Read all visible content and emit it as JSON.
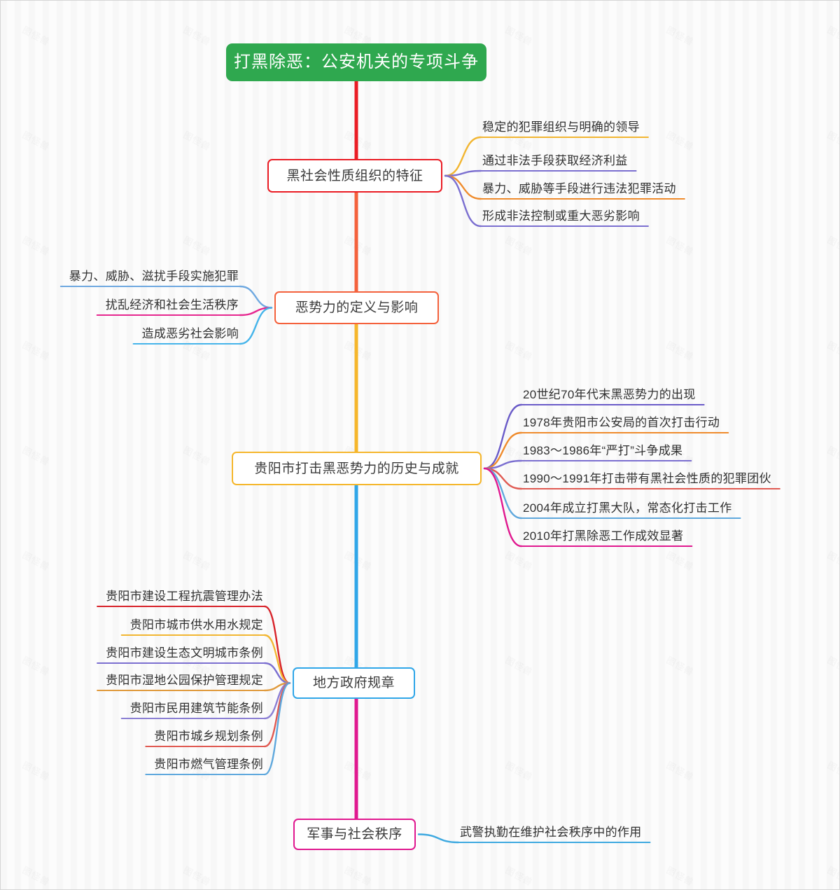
{
  "title": "打黑除恶：公安机关的专项斗争",
  "colors": {
    "root_fill": "#2fa84f",
    "root_text": "#ffffff",
    "trunk_1": "#ea1c24",
    "trunk_2": "#f4613c",
    "trunk_3": "#f5b62b",
    "trunk_4": "#2fa6e8",
    "trunk_5": "#e0188f",
    "page_bg": "#fbfbfb",
    "node_text": "#3b3b3b"
  },
  "root": {
    "label": "打黑除恶：公安机关的专项斗争"
  },
  "branches": [
    {
      "id": "branch-characteristics",
      "label": "黑社会性质组织的特征",
      "side": "right",
      "border_color": "#ea1c24",
      "children": [
        {
          "label": "稳定的犯罪组织与明确的领导",
          "color": "#f2b632"
        },
        {
          "label": "通过非法手段获取经济利益",
          "color": "#7b6fd0"
        },
        {
          "label": "暴力、威胁等手段进行违法犯罪活动",
          "color": "#ef8b2c"
        },
        {
          "label": "形成非法控制或重大恶劣影响",
          "color": "#7b6fd0"
        }
      ]
    },
    {
      "id": "branch-evil-forces",
      "label": "恶势力的定义与影响",
      "side": "left",
      "border_color": "#f4613c",
      "children": [
        {
          "label": "暴力、威胁、滋扰手段实施犯罪",
          "color": "#6ea8e0"
        },
        {
          "label": "扰乱经济和社会生活秩序",
          "color": "#e6278f"
        },
        {
          "label": "造成恶劣社会影响",
          "color": "#45b4ea"
        }
      ]
    },
    {
      "id": "branch-history",
      "label": "贵阳市打击黑恶势力的历史与成就",
      "side": "right",
      "border_color": "#f5b62b",
      "children": [
        {
          "label": "20世纪70年代末黑恶势力的出现",
          "color": "#6a5bc8"
        },
        {
          "label": "1978年贵阳市公安局的首次打击行动",
          "color": "#ef8b2c"
        },
        {
          "label": "1983～1986年“严打”斗争成果",
          "color": "#7b6fd0"
        },
        {
          "label": "1990～1991年打击带有黑社会性质的犯罪团伙",
          "color": "#e05a52"
        },
        {
          "label": "2004年成立打黑大队，常态化打击工作",
          "color": "#5fa8dd"
        },
        {
          "label": "2010年打黑除恶工作成效显著",
          "color": "#e0188f"
        }
      ]
    },
    {
      "id": "branch-local-regulations",
      "label": "地方政府规章",
      "side": "left",
      "border_color": "#2fa6e8",
      "children": [
        {
          "label": "贵阳市建设工程抗震管理办法",
          "color": "#d8232a"
        },
        {
          "label": "贵阳市城市供水用水规定",
          "color": "#f2b632"
        },
        {
          "label": "贵阳市建设生态文明城市条例",
          "color": "#7b6fd0"
        },
        {
          "label": "贵阳市湿地公园保护管理规定",
          "color": "#e09a3c"
        },
        {
          "label": "贵阳市民用建筑节能条例",
          "color": "#8b7fd4"
        },
        {
          "label": "贵阳市城乡规划条例",
          "color": "#e05a52"
        },
        {
          "label": "贵阳市燃气管理条例",
          "color": "#5fa8dd"
        }
      ]
    },
    {
      "id": "branch-military-order",
      "label": "军事与社会秩序",
      "side": "right",
      "border_color": "#e0188f",
      "children": [
        {
          "label": "武警执勤在维护社会秩序中的作用",
          "color": "#3ea9e0"
        }
      ]
    }
  ],
  "watermark": {
    "text": "图怪兽"
  }
}
